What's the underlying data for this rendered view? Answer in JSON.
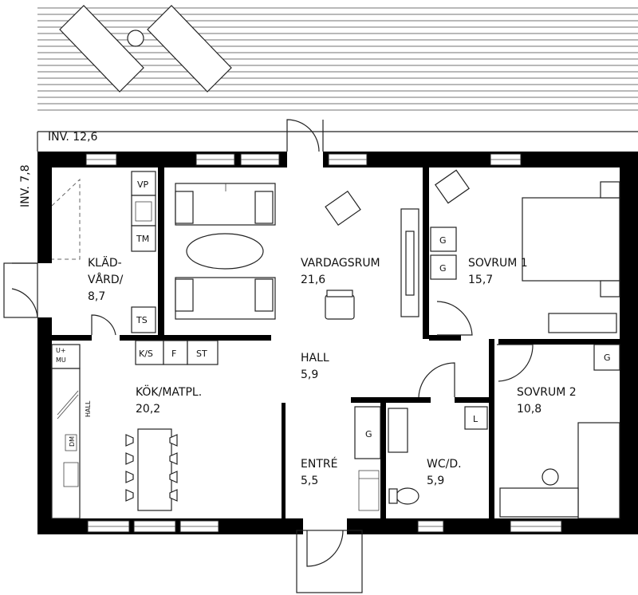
{
  "levels": {
    "inv_horizontal": "INV. 12,6",
    "inv_vertical": "INV. 7,8"
  },
  "rooms": {
    "kladvard": {
      "name_line1": "KLÄD-",
      "name_line2": "VÅRD/",
      "area": "8,7"
    },
    "vardagsrum": {
      "name": "VARDAGSRUM",
      "area": "21,6"
    },
    "sovrum1": {
      "name": "SOVRUM 1",
      "area": "15,7"
    },
    "hall": {
      "name": "HALL",
      "area": "5,9"
    },
    "kok": {
      "name": "KÖK/MATPL.",
      "area": "20,2"
    },
    "sovrum2": {
      "name": "SOVRUM 2",
      "area": "10,8"
    },
    "entre": {
      "name": "ENTRÉ",
      "area": "5,5"
    },
    "wc": {
      "name": "WC/D.",
      "area": "5,9"
    }
  },
  "fixtures": {
    "vp": "VP",
    "tm": "TM",
    "ts": "TS",
    "ks": "K/S",
    "f": "F",
    "st": "ST",
    "umu_line1": "U+",
    "umu_line2": "MU",
    "hall_small": "HALL",
    "dm": "DM",
    "g": "G",
    "l": "L"
  }
}
